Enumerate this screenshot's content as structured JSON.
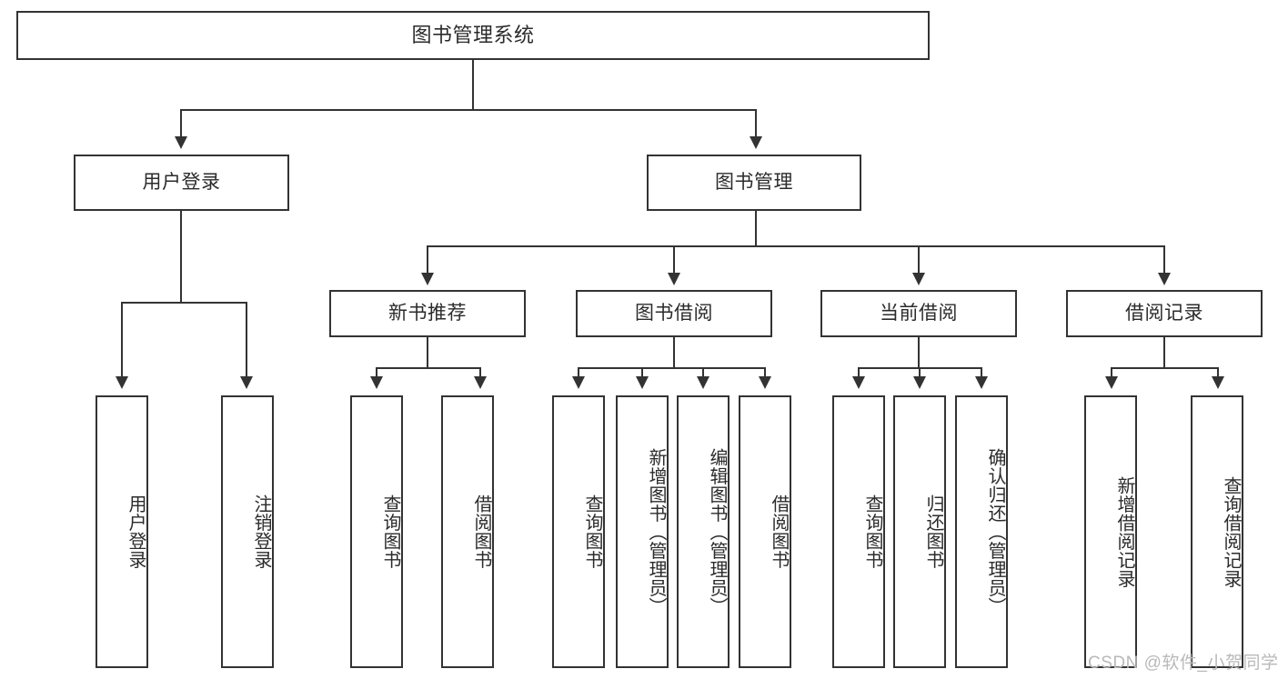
{
  "diagram": {
    "title": "图书管理系统",
    "type": "tree-hierarchy-chart",
    "root": {
      "label": "图书管理系统"
    },
    "level2": [
      {
        "label": "用户登录"
      },
      {
        "label": "图书管理"
      }
    ],
    "level3": [
      {
        "label": "新书推荐"
      },
      {
        "label": "图书借阅"
      },
      {
        "label": "当前借阅"
      },
      {
        "label": "借阅记录"
      }
    ],
    "leaves": {
      "user_login": [
        {
          "label": "用户登录"
        },
        {
          "label": "注销登录"
        }
      ],
      "new_book_recommend": [
        {
          "label": "查询图书"
        },
        {
          "label": "借阅图书"
        }
      ],
      "book_borrow": [
        {
          "label": "查询图书"
        },
        {
          "label": "新增图书（管理员）"
        },
        {
          "label": "编辑图书（管理员）"
        },
        {
          "label": "借阅图书"
        }
      ],
      "current_borrow": [
        {
          "label": "查询图书"
        },
        {
          "label": "归还图书"
        },
        {
          "label": "确认归还（管理员）"
        }
      ],
      "borrow_record": [
        {
          "label": "新增借阅记录"
        },
        {
          "label": "查询借阅记录"
        }
      ]
    }
  },
  "watermark": {
    "text": "CSDN @软件_小贺同学"
  },
  "colors": {
    "stroke": "#333333",
    "text": "#2b2b2b",
    "background": "#ffffff",
    "watermark": "#b9b9b9"
  }
}
